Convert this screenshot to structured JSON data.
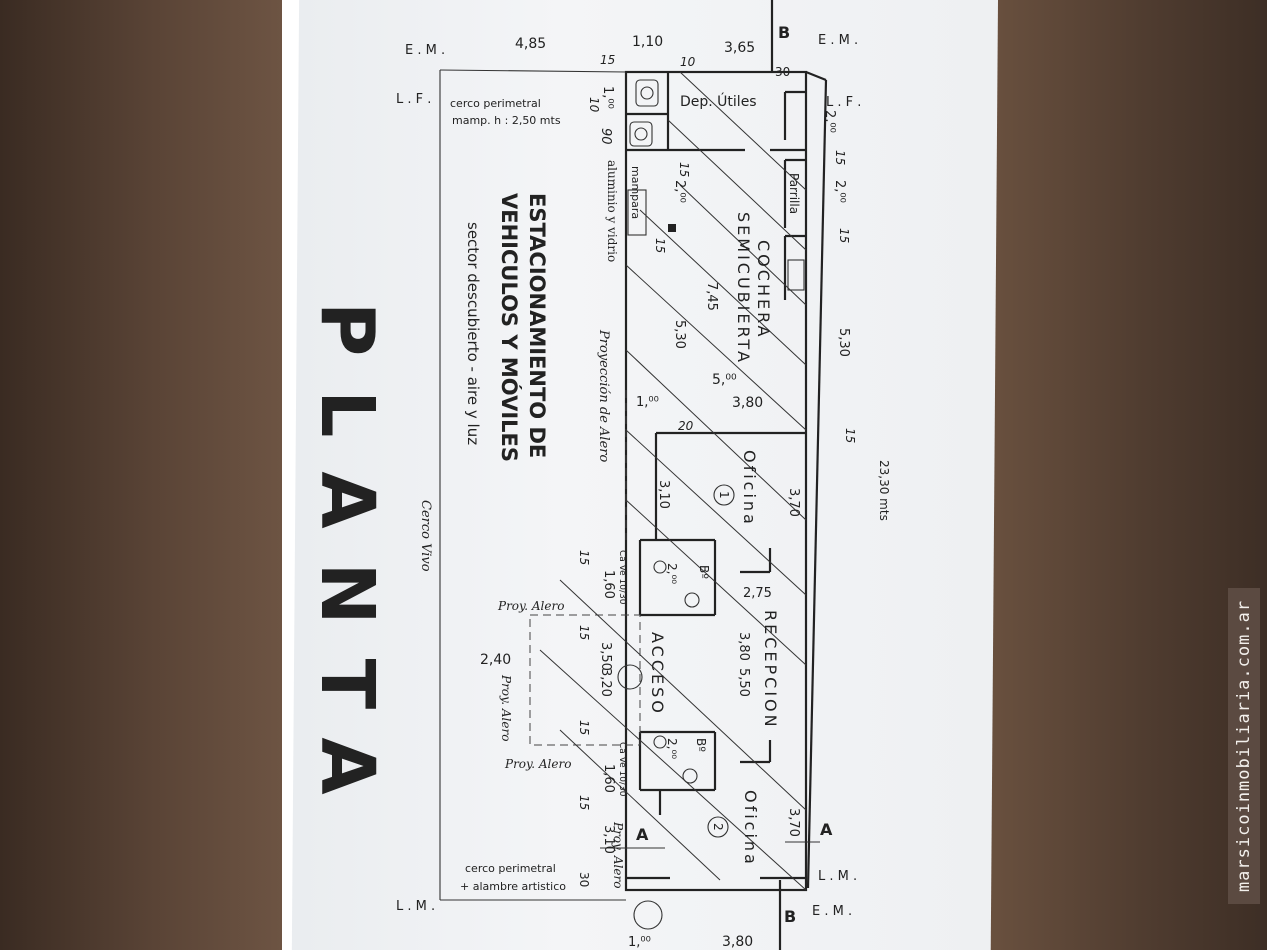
{
  "watermark": {
    "text": "marsicoinmobiliaria.com.ar"
  },
  "title": "PLANTA",
  "parking_label": {
    "line1": "ESTACIONAMIENTO DE",
    "line2": "VEHICULOS Y MÓVILES",
    "line3": "sector descubierto - aire y luz"
  },
  "rooms": {
    "dep_utiles": "Dep. Útiles",
    "parrilla": "Parrilla",
    "cochera_1": "COCHERA",
    "cochera_2": "SEMICUBIERTA",
    "oficina1": "Oficina",
    "oficina1_num": "1",
    "oficina2": "Oficina",
    "oficina2_num": "2",
    "recepcion": "RECEPCION",
    "acceso": "ACCESO",
    "bano1": "Bº",
    "bano2": "Bº",
    "mampara": "mampara"
  },
  "labels": {
    "em_top_left": "E . M .",
    "em_top_right": "E . M .",
    "em_bottom_right": "E . M .",
    "lf_left": "L . F .",
    "lf_right": "L . F .",
    "lm_left": "L . M .",
    "lm_right": "L . M .",
    "cut_b_top": "B",
    "cut_b_bottom": "B",
    "cut_a_left": "A",
    "cut_a_right": "A",
    "cerco_perimetral": "cerco perimetral",
    "mamp_h": "mamp. h : 2,50 mts",
    "cerco_perimetral_2": "cerco perimetral",
    "alambre": "+ alambre artistico",
    "aluminio": "aluminio y vidrio",
    "proyeccion": "Proyección de Alero",
    "cerco_vivo": "Cerco Vivo",
    "proy_alero_1": "Proy. Alero",
    "proy_alero_2": "Proy. Alero",
    "proy_alero_3": "Proy. Alero",
    "proy_alero_4": "Proy. Alero",
    "cave_1": "Ca Ve 10/30",
    "cave_2": "Ca Ve 10/30"
  },
  "dimensions": {
    "d_485": "4,85",
    "d_110": "1,10",
    "d_365": "3,65",
    "d_15a": "15",
    "d_10a": "10",
    "d_30a": "30",
    "d_2m_a": "2,⁰⁰",
    "d_15b": "15",
    "d_2m_b": "2,⁰⁰",
    "d_15c": "15",
    "d_530a": "5,30",
    "d_15d": "15",
    "d_2330": "23,30 mts",
    "d_1m_a": "1,⁰⁰",
    "d_10b": "10",
    "d_90": "90",
    "d_15e": "15",
    "d_2m_c": "2,⁰⁰",
    "d_15f": "15",
    "d_745": "7,45",
    "d_530b": "5,30",
    "d_5m": "5,⁰⁰",
    "d_380a": "3,80",
    "d_1m_b": "1,⁰⁰",
    "d_20": "20",
    "d_370a": "3,70",
    "d_310a": "3,10",
    "d_2m_d": "2,⁰⁰",
    "d_275": "2,75",
    "d_15g": "15",
    "d_160a": "1,60",
    "d_380b": "3,80",
    "d_550": "5,50",
    "d_15h": "15",
    "d_350": "3,50",
    "d_320": "3,20",
    "d_240": "2,40",
    "d_15i": "15",
    "d_2m_e": "2,⁰⁰",
    "d_160b": "1,60",
    "d_15j": "15",
    "d_370b": "3,70",
    "d_310b": "3,10",
    "d_30b": "30",
    "d_1m_c": "1,⁰⁰",
    "d_380c": "3,80"
  }
}
